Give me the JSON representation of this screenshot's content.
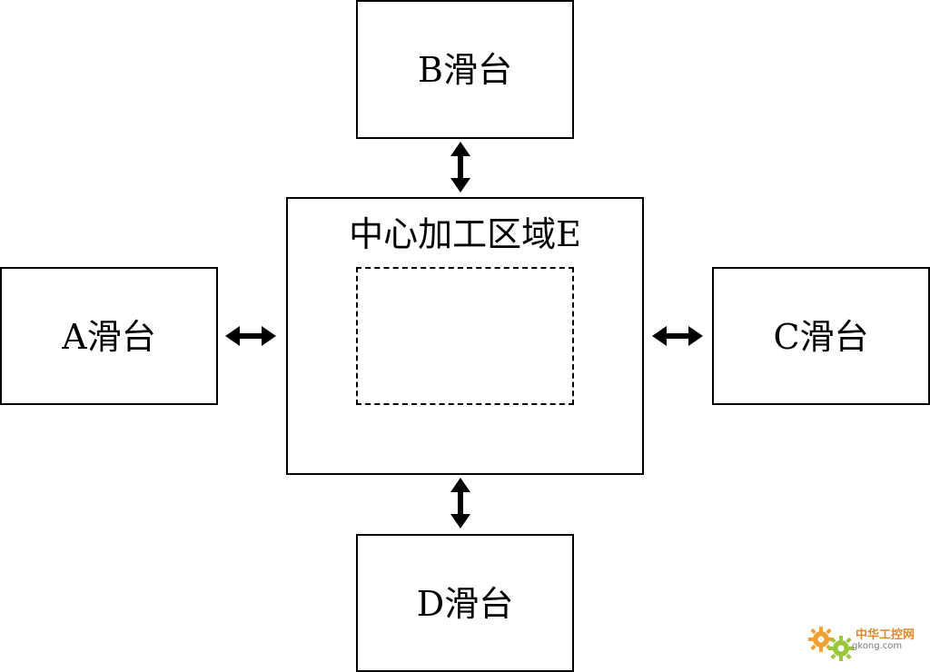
{
  "diagram": {
    "center": {
      "label": "中心加工区域E"
    },
    "stations": {
      "a": {
        "label": "A滑台"
      },
      "b": {
        "label": "B滑台"
      },
      "c": {
        "label": "C滑台"
      },
      "d": {
        "label": "D滑台"
      }
    },
    "arrow_color": "#000000",
    "edges": [
      {
        "from": "B滑台",
        "to": "中心加工区域E",
        "direction": "bidirectional"
      },
      {
        "from": "A滑台",
        "to": "中心加工区域E",
        "direction": "bidirectional"
      },
      {
        "from": "C滑台",
        "to": "中心加工区域E",
        "direction": "bidirectional"
      },
      {
        "from": "D滑台",
        "to": "中心加工区域E",
        "direction": "bidirectional"
      }
    ]
  },
  "watermark": {
    "text_cn": "中华工控网",
    "text_en": "gkong.com",
    "colors": {
      "gear_orange": "#f0a030",
      "gear_green": "#9cc63c"
    }
  }
}
